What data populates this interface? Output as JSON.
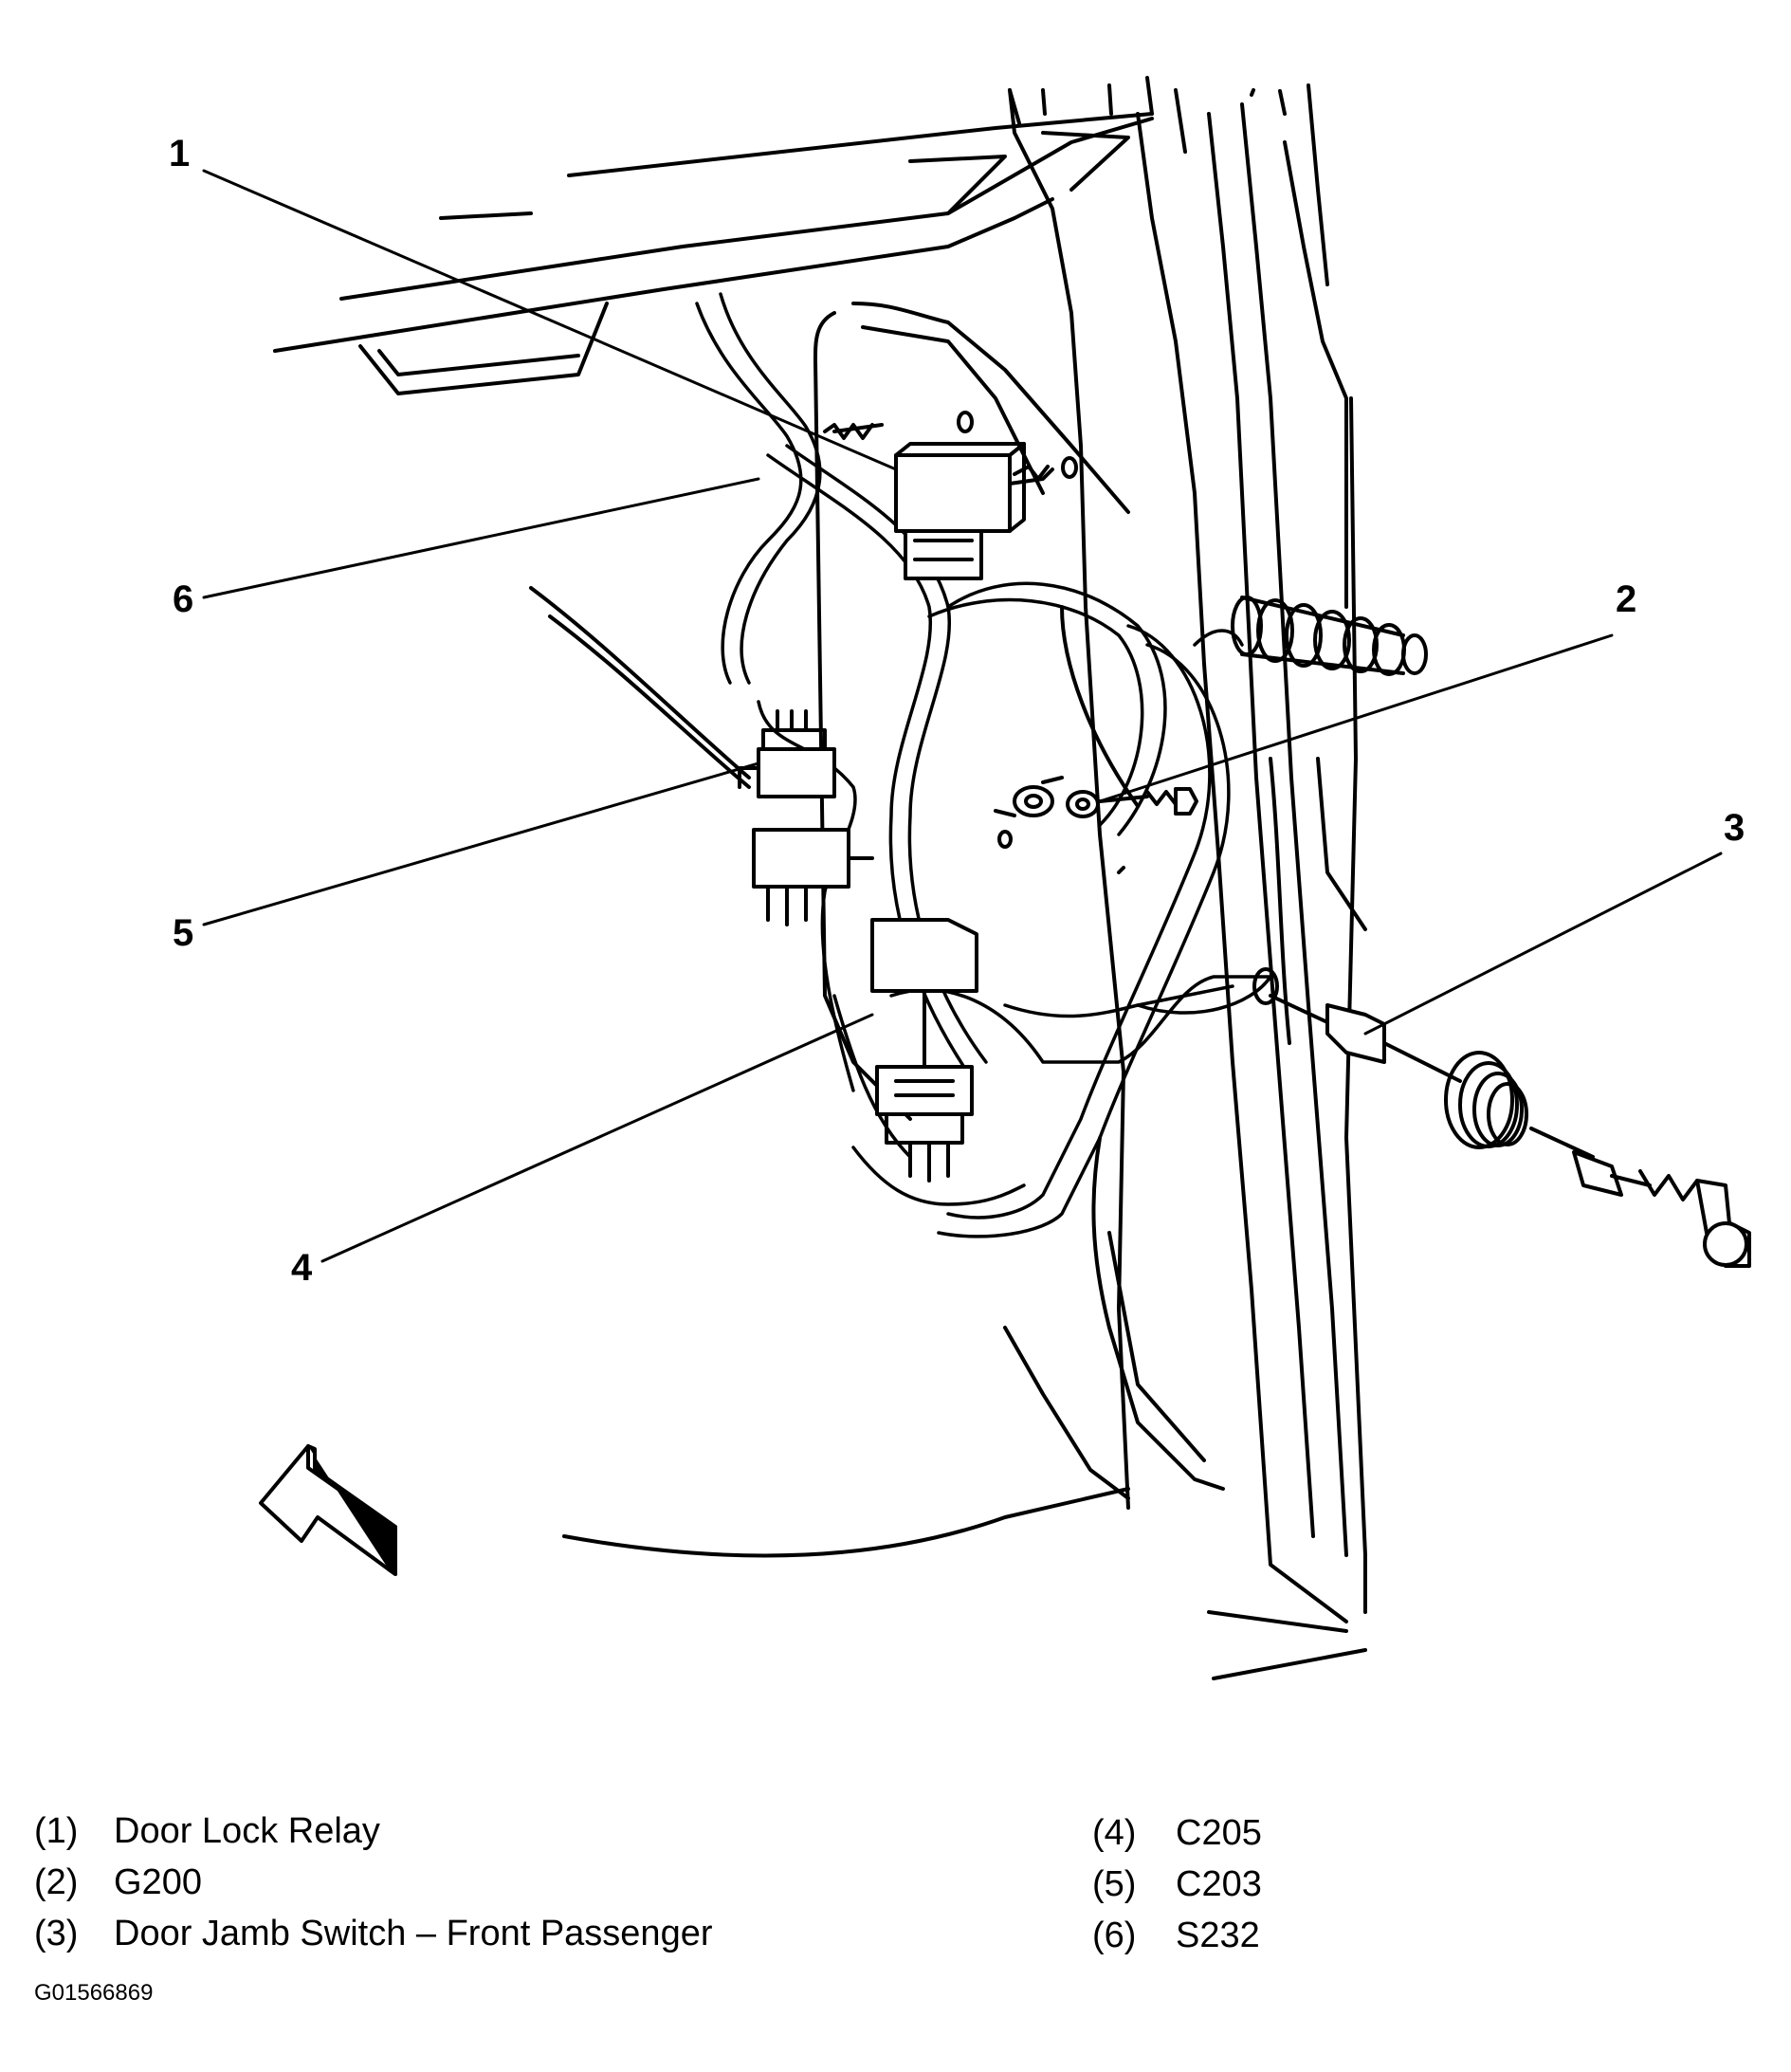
{
  "diagram": {
    "callout_labels": [
      "1",
      "2",
      "3",
      "4",
      "5",
      "6"
    ],
    "arrow_icon": "direction-arrow-icon"
  },
  "legend": {
    "items": [
      {
        "num": "(1)",
        "text": "Door Lock Relay"
      },
      {
        "num": "(2)",
        "text": "G200"
      },
      {
        "num": "(3)",
        "text": "Door Jamb Switch – Front Passenger"
      },
      {
        "num": "(4)",
        "text": "C205"
      },
      {
        "num": "(5)",
        "text": "C203"
      },
      {
        "num": "(6)",
        "text": "S232"
      }
    ]
  },
  "figure_id": "G01566869"
}
